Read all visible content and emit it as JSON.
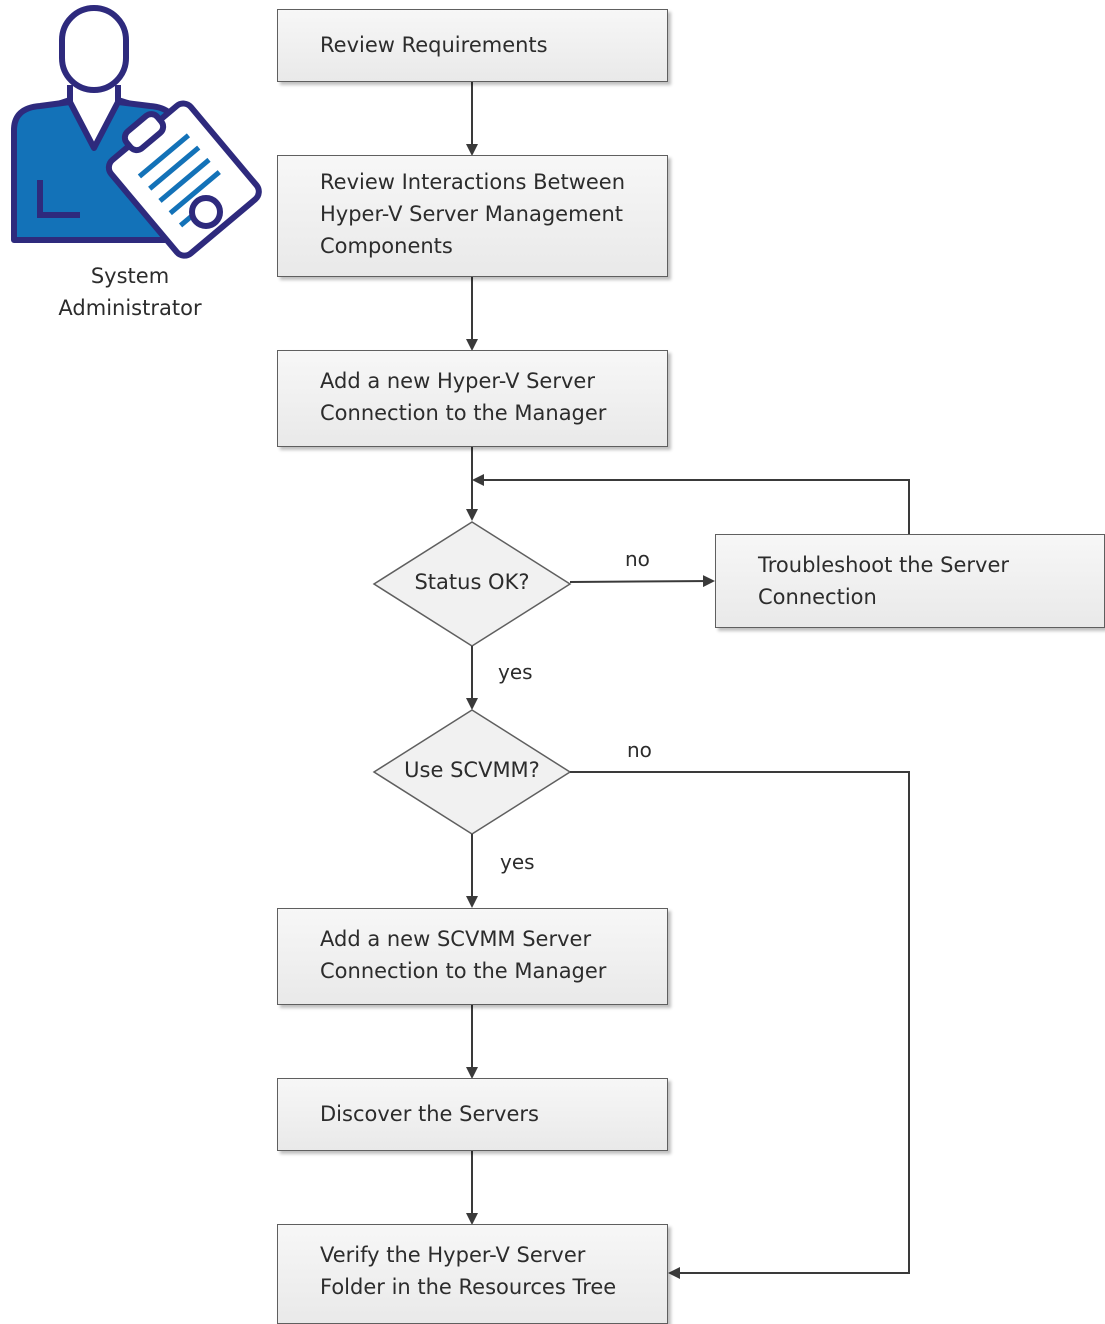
{
  "actor": {
    "line1": "System",
    "line2": "Administrator"
  },
  "steps": {
    "review_requirements": {
      "l1": "Review Requirements"
    },
    "review_interactions": {
      "l1": "Review Interactions Between",
      "l2": "Hyper-V Server Management",
      "l3": "Components"
    },
    "add_hyperv": {
      "l1": "Add a new Hyper-V Server",
      "l2": "Connection to the Manager"
    },
    "troubleshoot": {
      "l1": "Troubleshoot the Server",
      "l2": "Connection"
    },
    "add_scvmm": {
      "l1": "Add a new SCVMM Server",
      "l2": "Connection to the Manager"
    },
    "discover": {
      "l1": "Discover the Servers"
    },
    "verify": {
      "l1": "Verify the Hyper-V Server",
      "l2": "Folder in the Resources Tree"
    }
  },
  "decisions": {
    "status_ok": {
      "label": "Status OK?",
      "no": "no",
      "yes": "yes"
    },
    "use_scvmm": {
      "label": "Use SCVMM?",
      "no": "no",
      "yes": "yes"
    }
  },
  "colors": {
    "accent_navy": "#2e2a7d",
    "accent_blue": "#1372b8",
    "box_border": "#5f5f5f",
    "connector": "#3a3a3a"
  },
  "icons": {
    "actor": "system-administrator-clipboard-icon"
  }
}
